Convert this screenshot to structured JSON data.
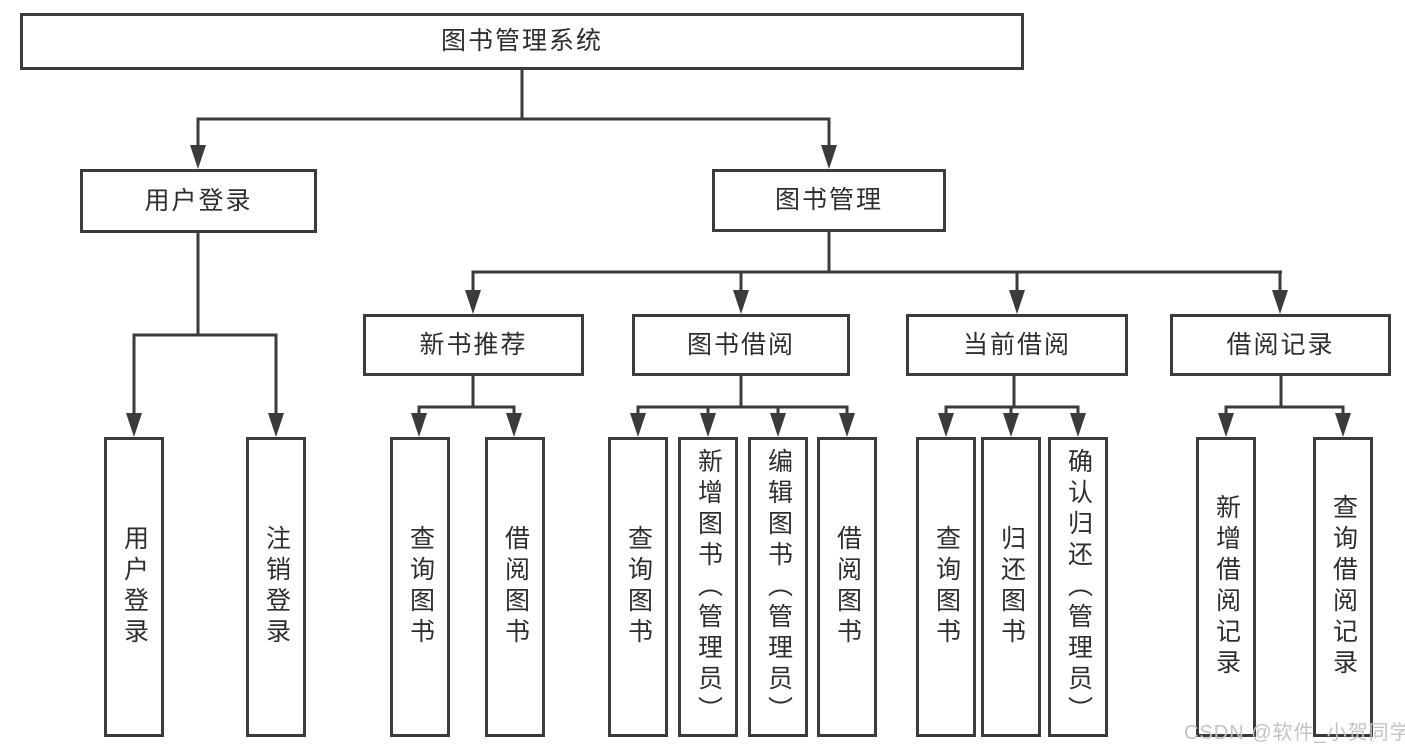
{
  "colors": {
    "line": "#3b3b3b",
    "box_border": "#3b3b3b",
    "text": "#2e2e2e",
    "watermark": "#c3c3c3",
    "background": "#ffffff"
  },
  "watermark": {
    "text": "CSDN @软件_小贺同学"
  },
  "tree": {
    "label": "图书管理系统",
    "children": [
      {
        "label": "用户登录",
        "children": [
          {
            "label": "用户登录"
          },
          {
            "label": "注销登录"
          }
        ]
      },
      {
        "label": "图书管理",
        "children": [
          {
            "label": "新书推荐",
            "children": [
              {
                "label": "查询图书"
              },
              {
                "label": "借阅图书"
              }
            ]
          },
          {
            "label": "图书借阅",
            "children": [
              {
                "label": "查询图书"
              },
              {
                "label": "新增图书（管理员）"
              },
              {
                "label": "编辑图书（管理员）"
              },
              {
                "label": "借阅图书"
              }
            ]
          },
          {
            "label": "当前借阅",
            "children": [
              {
                "label": "查询图书"
              },
              {
                "label": "归还图书"
              },
              {
                "label": "确认归还（管理员）"
              }
            ]
          },
          {
            "label": "借阅记录",
            "children": [
              {
                "label": "新增借阅记录"
              },
              {
                "label": "查询借阅记录"
              }
            ]
          }
        ]
      }
    ]
  }
}
